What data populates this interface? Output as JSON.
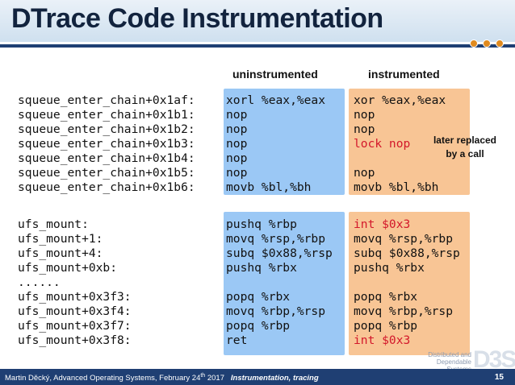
{
  "title": "DTrace Code Instrumentation",
  "columns": {
    "uninstrumented": "uninstrumented",
    "instrumented": "instrumented"
  },
  "block1": {
    "labels": [
      "squeue_enter_chain+0x1af:",
      "squeue_enter_chain+0x1b1:",
      "squeue_enter_chain+0x1b2:",
      "squeue_enter_chain+0x1b3:",
      "squeue_enter_chain+0x1b4:",
      "squeue_enter_chain+0x1b5:",
      "squeue_enter_chain+0x1b6:"
    ],
    "uninstrumented": [
      "xorl %eax,%eax",
      "nop",
      "nop",
      "nop",
      "nop",
      "nop",
      "movb %bl,%bh"
    ],
    "instrumented": [
      "xor %eax,%eax",
      "nop",
      "nop",
      "lock nop",
      "",
      "nop",
      "movb %bl,%bh"
    ]
  },
  "note": "later replaced by a call",
  "block2": {
    "labels": [
      "ufs_mount:",
      "ufs_mount+1:",
      "ufs_mount+4:",
      "ufs_mount+0xb:",
      "......",
      "ufs_mount+0x3f3:",
      "ufs_mount+0x3f4:",
      "ufs_mount+0x3f7:",
      "ufs_mount+0x3f8:"
    ],
    "uninstrumented": [
      "pushq %rbp",
      "movq %rsp,%rbp",
      "subq $0x88,%rsp",
      "pushq %rbx",
      "",
      "popq %rbx",
      "movq %rbp,%rsp",
      "popq %rbp",
      "ret"
    ],
    "instrumented": [
      "int $0x3",
      "movq %rsp,%rbp",
      "subq $0x88,%rsp",
      "pushq %rbx",
      "",
      "popq %rbx",
      "movq %rbp,%rsp",
      "popq %rbp",
      "int $0x3"
    ]
  },
  "footer": {
    "author_line": "Martin Děcký, Advanced Operating Systems, February 24",
    "sup": "th",
    "year": " 2017",
    "topic": "Instrumentation, tracing",
    "page": "15"
  },
  "logo": {
    "line1": "Distributed and",
    "line2": "Dependable",
    "line3": "Systems",
    "mark": "D3S"
  },
  "colors": {
    "uninstrumented_bg": "#9bc8f5",
    "instrumented_bg": "#f8c595",
    "highlight": "#d3182b",
    "accent": "#1f3f73"
  }
}
